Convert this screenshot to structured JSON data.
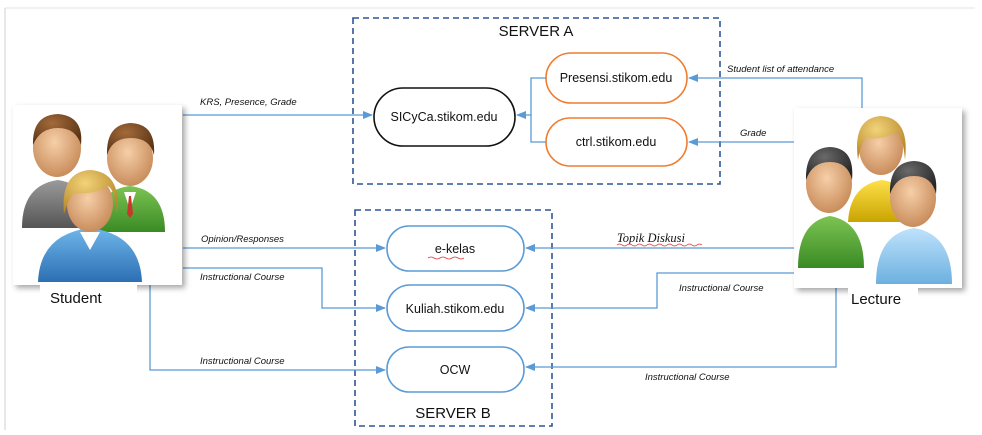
{
  "servers": {
    "a": {
      "title": "SERVER A"
    },
    "b": {
      "title": "SERVER B"
    }
  },
  "nodes": {
    "sicyca": "SICyCa.stikom.edu",
    "presensi": "Presensi.stikom.edu",
    "ctrl": "ctrl.stikom.edu",
    "ekelas": "e-kelas",
    "kuliah": "Kuliah.stikom.edu",
    "ocw": "OCW"
  },
  "actors": {
    "student": "Student",
    "lecture": "Lecture"
  },
  "edges": {
    "krs": "KRS, Presence, Grade",
    "attendance": "Student list of attendance",
    "grade": "Grade",
    "opinion": "Opinion/Responses",
    "instr_student_kuliah": "Instructional Course",
    "instr_student_ocw": "Instructional Course",
    "topik": "Topik Diskusi",
    "instr_lecture_kuliah": "Instructional Course",
    "instr_lecture_ocw": "Instructional Course"
  },
  "colors": {
    "line": "#5b9bd5",
    "server_border": "#2e5597",
    "orange": "#ed7d31",
    "blue_node": "#5b9bd5",
    "black_node": "#111111"
  }
}
